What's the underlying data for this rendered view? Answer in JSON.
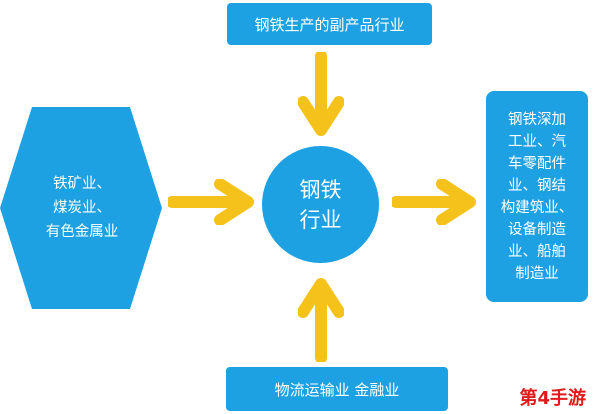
{
  "diagram": {
    "top_box": {
      "text": "钢铁生产的副产品行业"
    },
    "left_box": {
      "text": "铁矿业、\n煤炭业、\n有色金属业"
    },
    "center": {
      "text": "钢铁\n行业"
    },
    "right_box": {
      "text": "钢铁深加\n工业、汽\n车零配件\n业、钢结\n构建筑业、\n设备制造\n业、船舶\n制造业"
    },
    "bottom_box": {
      "text": "物流运输业 金融业"
    }
  },
  "watermark": {
    "text": "第4手游"
  },
  "colors": {
    "box": "#1da1e2",
    "arrow": "#f5c21b",
    "text": "#ffffff",
    "watermark": "#e01b1b"
  },
  "icons": {
    "arrow_down": "arrow-down-icon",
    "arrow_up": "arrow-up-icon",
    "arrow_right": "arrow-right-icon"
  }
}
